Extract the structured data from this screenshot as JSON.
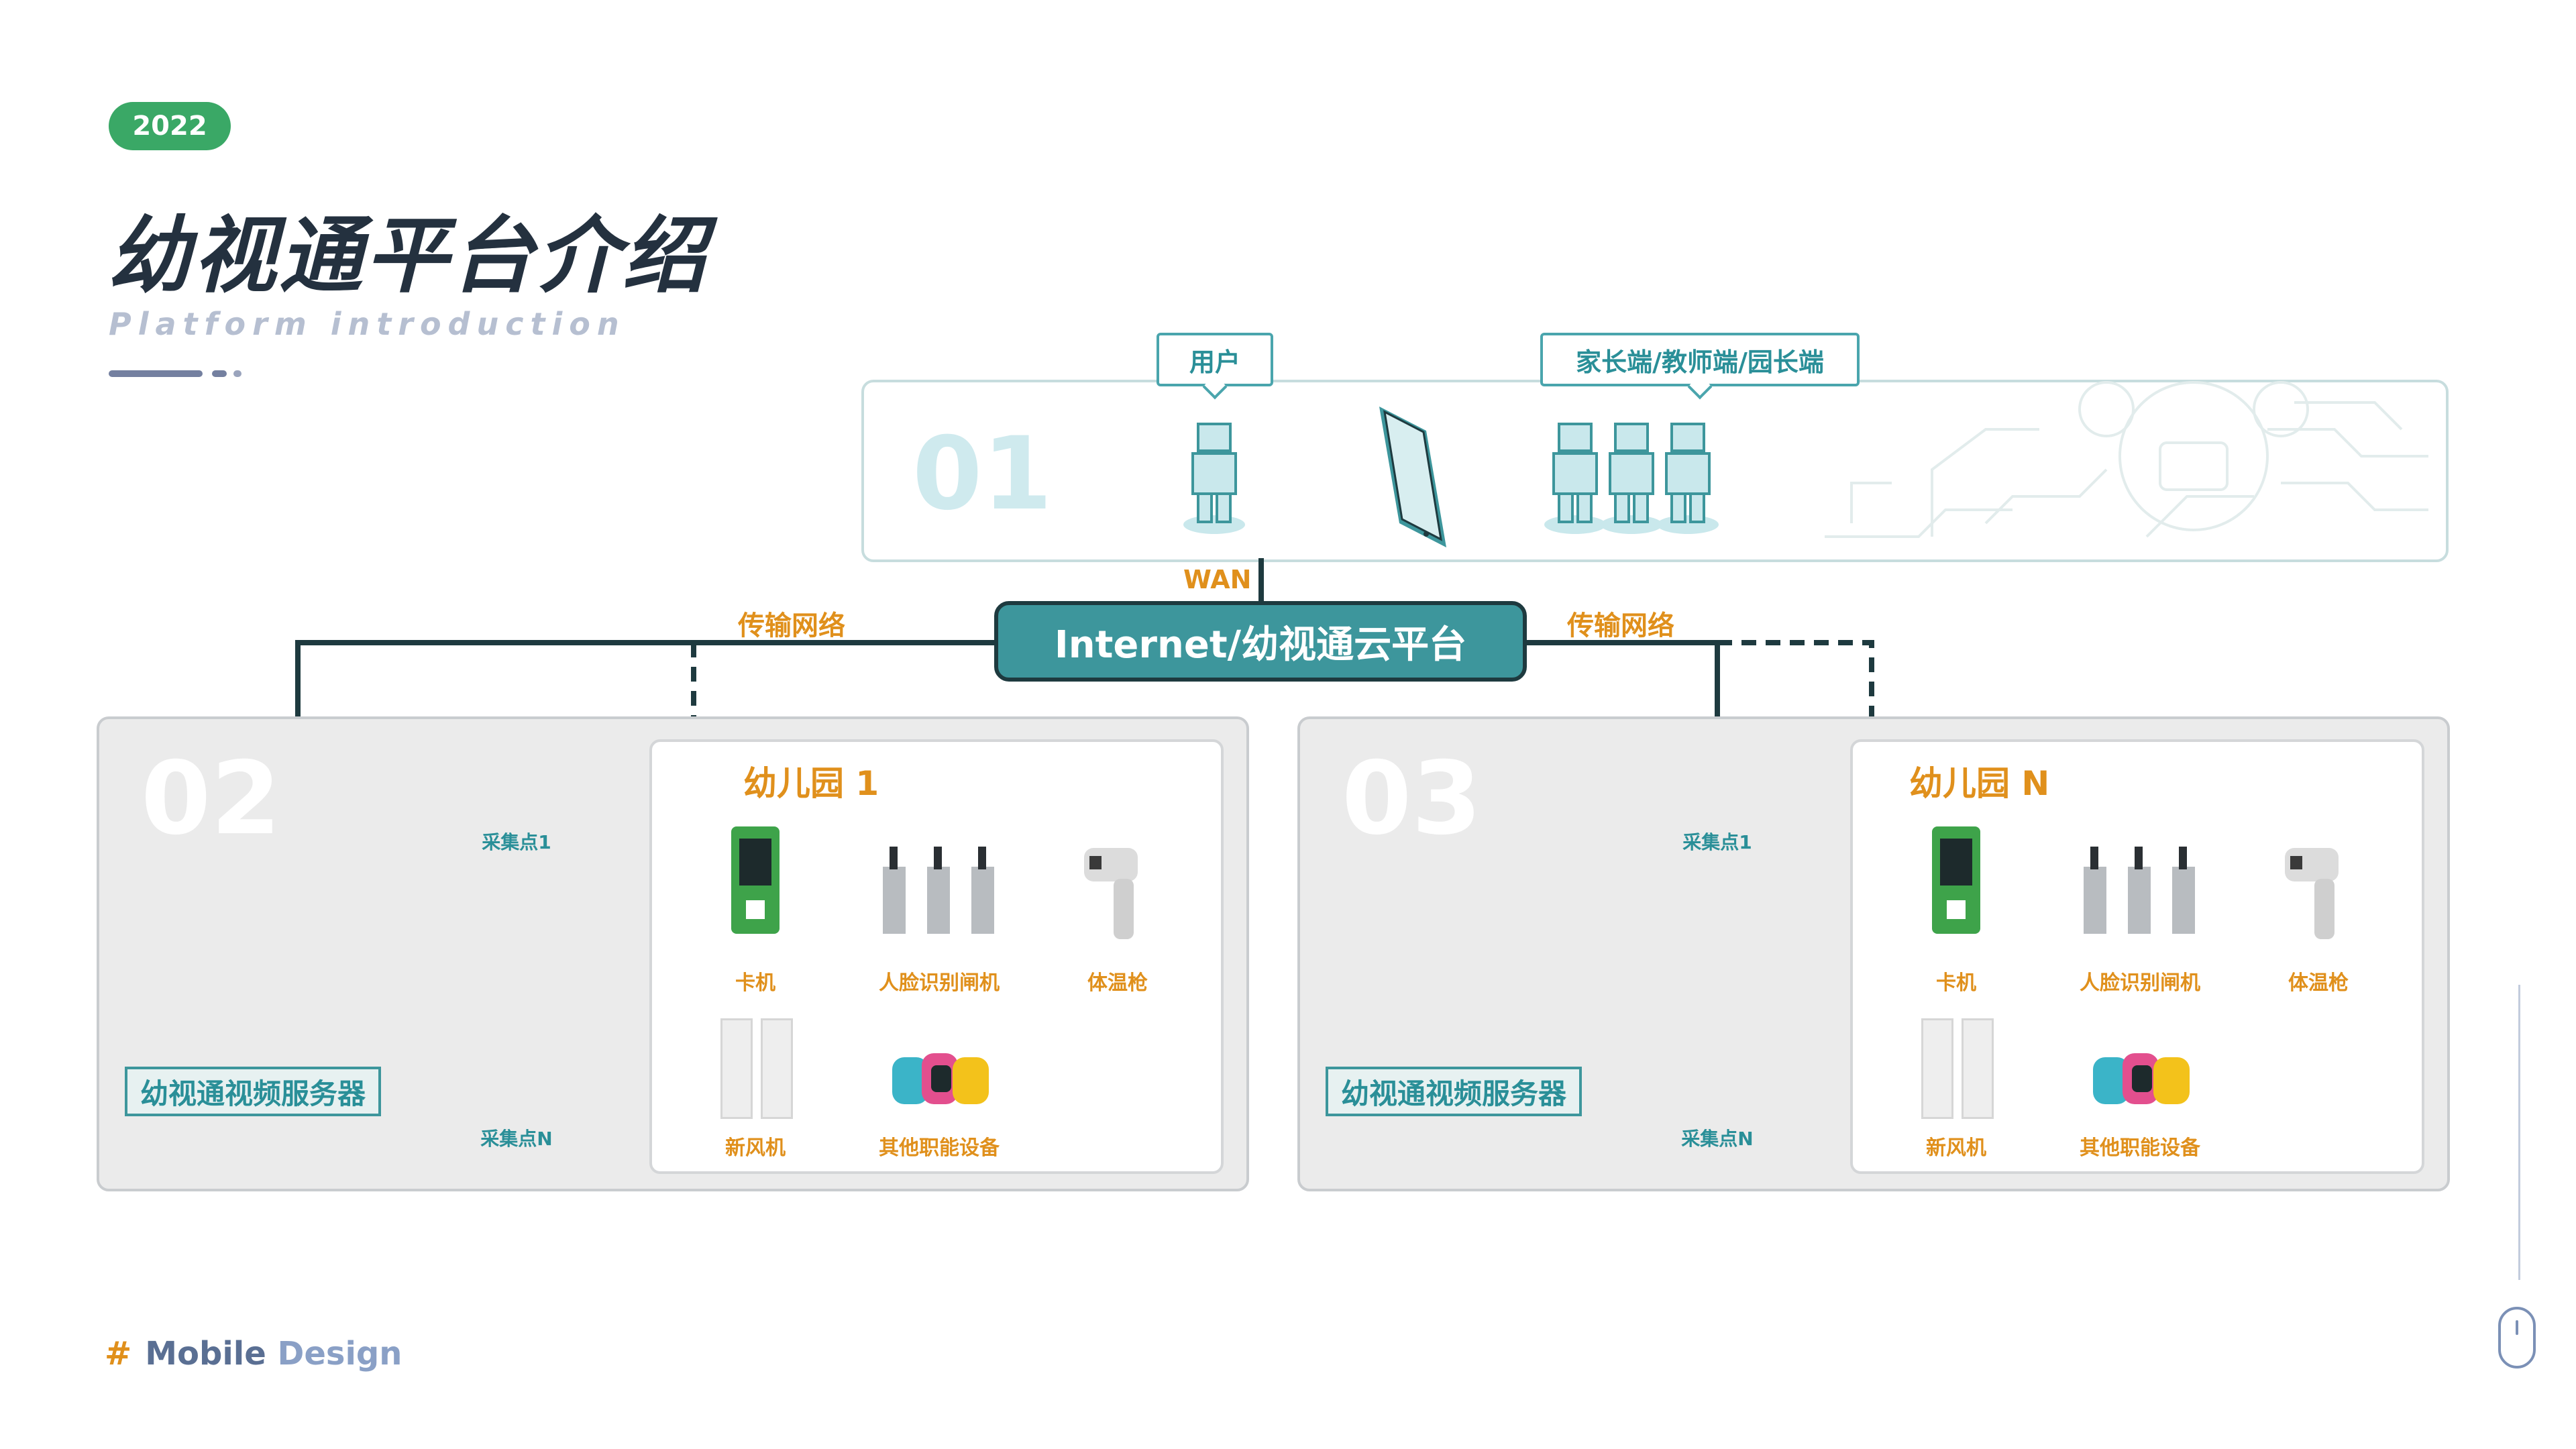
{
  "header": {
    "year": "2022",
    "title": "幼视通平台介绍",
    "subtitle": "Platform introduction"
  },
  "top_panel": {
    "number": "01",
    "callout_user": "用户",
    "callout_ends": "家长端/教师端/园长端",
    "wan": "WAN"
  },
  "network": {
    "center": "Internet/幼视通云平台",
    "left_label": "传输网络",
    "right_label": "传输网络"
  },
  "panel_02": {
    "number": "02",
    "server_label": "幼视通视频服务器",
    "point_first": "采集点1",
    "point_last": "采集点N",
    "kindergarten": "幼儿园 1",
    "devices": [
      "卡机",
      "人脸识别闸机",
      "体温枪",
      "新风机",
      "其他职能设备"
    ]
  },
  "panel_03": {
    "number": "03",
    "server_label": "幼视通视频服务器",
    "point_first": "采集点1",
    "point_last": "采集点N",
    "kindergarten": "幼儿园 N",
    "devices": [
      "卡机",
      "人脸识别闸机",
      "体温枪",
      "新风机",
      "其他职能设备"
    ]
  },
  "footer": {
    "hash": "#",
    "part1": "Mobile",
    "part2": "Design"
  },
  "colors": {
    "teal": "#3d969c",
    "orange": "#e0901c",
    "green": "#3aa866",
    "dark": "#24313f"
  }
}
